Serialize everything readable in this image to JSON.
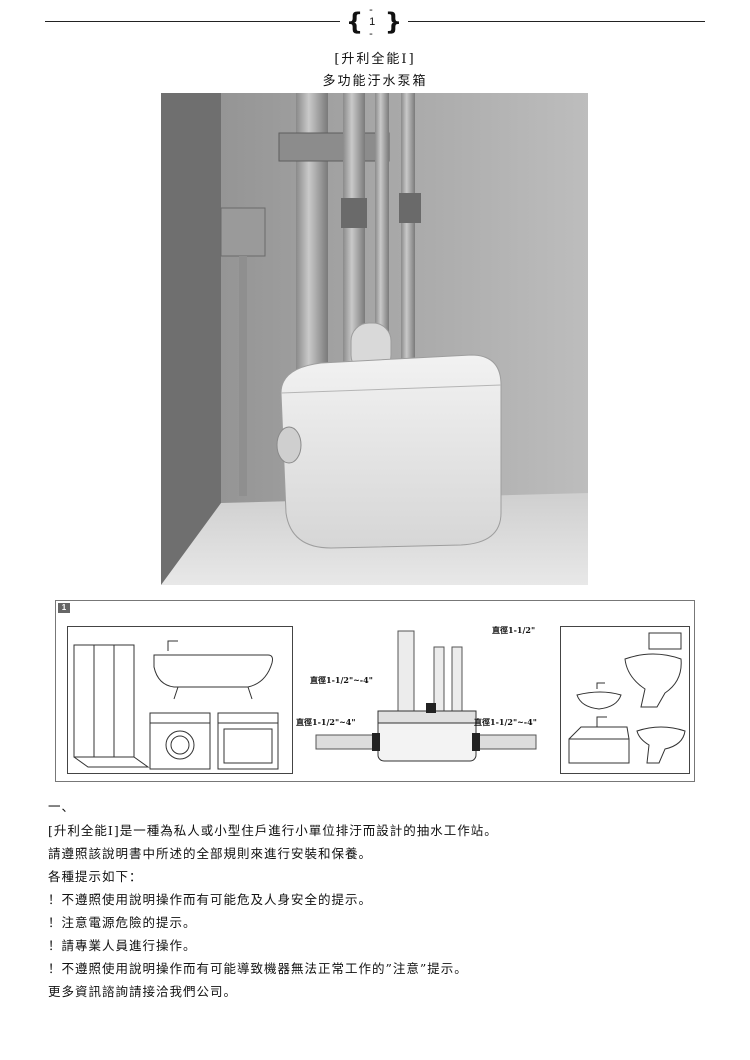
{
  "header": {
    "page_number": "- 1 -"
  },
  "title": {
    "line1": "[升利全能Ⅰ]",
    "line2": "多功能汙水泵箱"
  },
  "figure": {
    "badge": "1",
    "labels": {
      "top": "直徑1-1/2\"",
      "upper_left": "直徑1-1/2\"~-4\"",
      "lower_left": "直徑1-1/2\"~4\"",
      "lower_right": "直徑1-1/2\"~-4\""
    }
  },
  "content": {
    "heading": "一、",
    "lines": [
      "[升利全能Ⅰ]是一種為私人或小型住戶進行小單位排汙而設計的抽水工作站。",
      "請遵照該說明書中所述的全部規則來進行安裝和保養。",
      "各種提示如下：",
      "！不遵照使用說明操作而有可能危及人身安全的提示。",
      "！注意電源危險的提示。",
      "！請專業人員進行操作。",
      "！不遵照使用說明操作而有可能導致機器無法正常工作的”注意”提示。",
      "更多資訊諮詢請接洽我們公司。"
    ]
  }
}
